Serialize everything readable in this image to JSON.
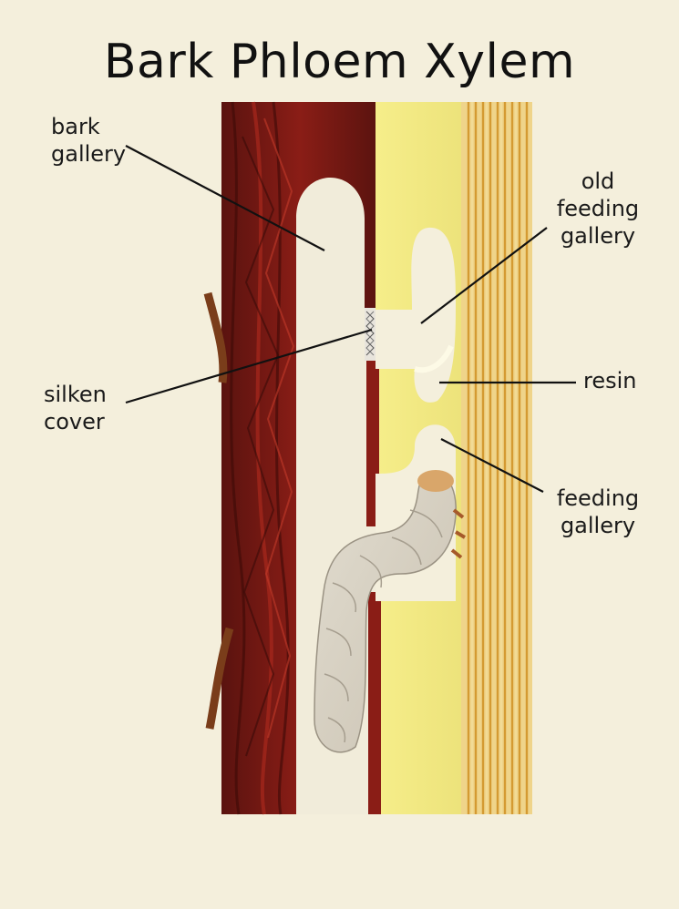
{
  "title": "Bark Phloem Xylem",
  "labels": {
    "bark_gallery": [
      "bark",
      "gallery"
    ],
    "old_feeding_gallery": [
      "old",
      "feeding",
      "gallery"
    ],
    "silken_cover": [
      "silken",
      "cover"
    ],
    "resin": "resin",
    "feeding_gallery": [
      "feeding",
      "gallery"
    ]
  },
  "colors": {
    "background": "#f4efdc",
    "bark": "#7a1a14",
    "bark_dark": "#4a0e0a",
    "phloem": "#f2ea7a",
    "xylem": "#e9c873",
    "xylem_lines": "#d7a33f",
    "gallery": "#f1ecda",
    "larva": "#d8d2c4"
  }
}
